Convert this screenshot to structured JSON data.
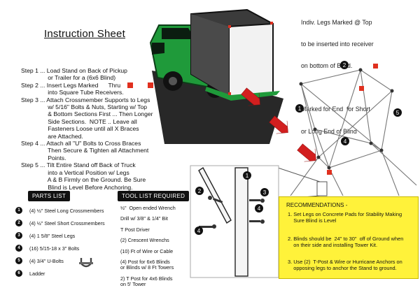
{
  "title": "Instruction Sheet",
  "indiv_note": {
    "line1": "Indiv. Legs Marked @ Top",
    "line2": "to be inserted into receiver",
    "line3": "on bottom of Blind.",
    "line4": "Marked for End  for Short",
    "line5": "or Long End of Blind"
  },
  "steps": [
    {
      "text": "Step 1 ... Load Stand on Back of Pickup\n                or Trailer for a (6x6 Blind)"
    },
    {
      "text": "Step 2 ... Insert Legs Marked      Thru\n                into Square Tube Receivers."
    },
    {
      "text": "Step 3 ... Attach Crossmember Supports to Legs\n                w/ 5/16\" Bolts & Nuts, Starting w/ Top\n                & Bottom Sections First ... Then Longer\n                Side Sections.  NOTE .. Leave all\n                Fasteners Loose until all X Braces\n                are Attached."
    },
    {
      "text": "Step 4 ... Attach all \"U\" Bolts to Cross Braces\n                Then Secure & Tighten all Attachment\n                Points."
    },
    {
      "text": "Step 5 ... Tilt Entire Stand off Back of Truck\n                into a Vertical Position w/ Legs\n                A & B Firmly on the Ground. Be Sure\n                Blind is Level Before Anchoring."
    }
  ],
  "parts_header": "PARTS LIST",
  "parts": [
    {
      "num": "1",
      "text": "(4)  ½\" Steel Long Crossmembers"
    },
    {
      "num": "2",
      "text": "(4)  ½\" Steel Short Crossmembers"
    },
    {
      "num": "3",
      "text": "(4)  1 5/8\" Steel Legs"
    },
    {
      "num": "4",
      "text": "(16) 5/15-18 x 3\" Bolts"
    },
    {
      "num": "5",
      "text": "(4)  3/4\" U-Bolts"
    },
    {
      "num": "6",
      "text": "Ladder"
    }
  ],
  "tools_header": "TOOL LIST REQUIRED",
  "tools": [
    "½\"  Open ended Wrench",
    "Drill w/ 3/8\" & 1/4\" Bit",
    "T Post Driver",
    "(2) Crescent Wrenchs",
    "(10) Ft of Wire or Cable",
    "(4) Post for 6x6 Blinds\nor Blinds w/ 8 Ft Towers",
    "2) T Post for 4x6 Blinds\non 5' Tower"
  ],
  "recommendations": {
    "title": "RECOMMENDATIONS -",
    "items": [
      "1. Set Legs on Concrete Pads for Stability Making\n    Sure Blind is Level",
      "2. Blinds should be  24\" to 30\"  off of Ground when\n    on their side and installing Tower Kit.",
      "3. Use (2)  T-Post & Wire or Hurricane Anchors on\n    opposing legs to anchor the Stand to ground."
    ]
  },
  "diagram_labels": {
    "tower_left": "1",
    "tower_top": "2",
    "tower_right": "5",
    "tower_mid": "4",
    "detail_a": "2",
    "detail_b": "3",
    "detail_c": "4",
    "detail_d": "4",
    "detail_e": "1"
  },
  "colors": {
    "truck_green": "#1f9a3a",
    "arrow_red": "#d21f1f",
    "marker_red": "#e0301f",
    "rec_yellow": "#fff23a"
  }
}
